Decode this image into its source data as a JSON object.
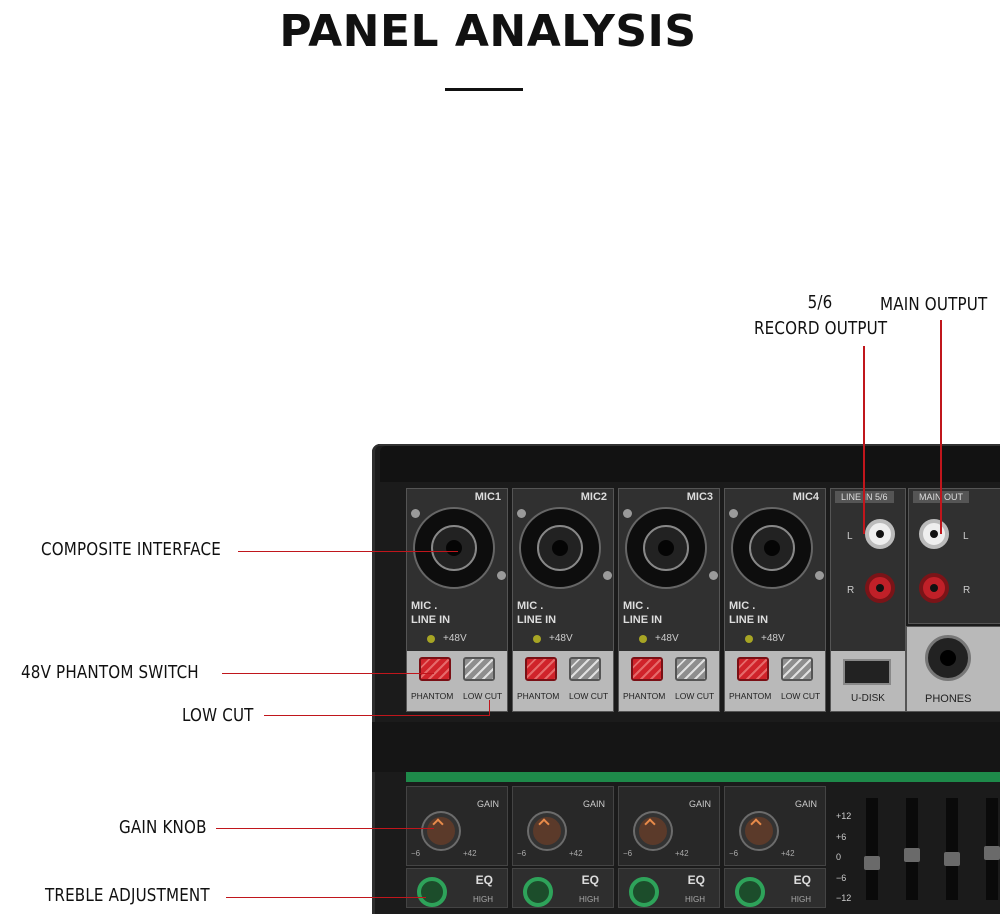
{
  "page": {
    "title": "PANEL ANALYSIS"
  },
  "callouts": {
    "record_output_line1": "5/6",
    "record_output_line2": "RECORD OUTPUT",
    "main_output": "MAIN OUTPUT",
    "composite_interface": "COMPOSITE INTERFACE",
    "phantom_switch": "48V PHANTOM SWITCH",
    "low_cut": "LOW CUT",
    "gain_knob": "GAIN KNOB",
    "treble_adjustment": "TREBLE ADJUSTMENT"
  },
  "mixer": {
    "channels": [
      {
        "label": "MIC1"
      },
      {
        "label": "MIC2"
      },
      {
        "label": "MIC3"
      },
      {
        "label": "MIC4"
      }
    ],
    "mic_line_in_line1": "MIC .",
    "mic_line_in_line2": "LINE  IN",
    "phantom_voltage": "+48V",
    "phantom_label": "PHANTOM",
    "low_cut_label": "LOW CUT",
    "gain_label": "GAIN",
    "gain_min": "−6",
    "gain_max": "+42",
    "eq_label": "EQ",
    "high_label": "HIGH",
    "line_in_tag": "LINE IN 5/6",
    "main_out_tag": "MAIN OUT",
    "left_label": "L",
    "right_label": "R",
    "udisk_label": "U-DISK",
    "phones_label": "PHONES",
    "fader_scale": [
      "+12",
      "+6",
      "0",
      "−6",
      "−12"
    ]
  }
}
